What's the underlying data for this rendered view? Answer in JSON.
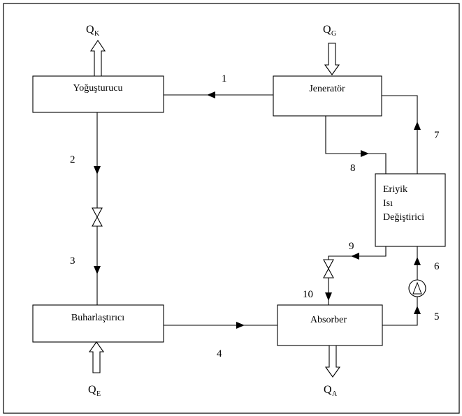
{
  "components": {
    "condenser": "Yoğuşturucu",
    "generator": "Jeneratör",
    "heat_exchanger": [
      "Eriyik",
      "Isı",
      "Değiştirici"
    ],
    "evaporator": "Buharlaştırıcı",
    "absorber": "Absorber"
  },
  "heat_flows": {
    "condenser": {
      "main": "Q",
      "sub": "K"
    },
    "generator": {
      "main": "Q",
      "sub": "G"
    },
    "evaporator": {
      "main": "Q",
      "sub": "E"
    },
    "absorber": {
      "main": "Q",
      "sub": "A"
    }
  },
  "state_points": [
    "1",
    "2",
    "3",
    "4",
    "5",
    "6",
    "7",
    "8",
    "9",
    "10"
  ]
}
